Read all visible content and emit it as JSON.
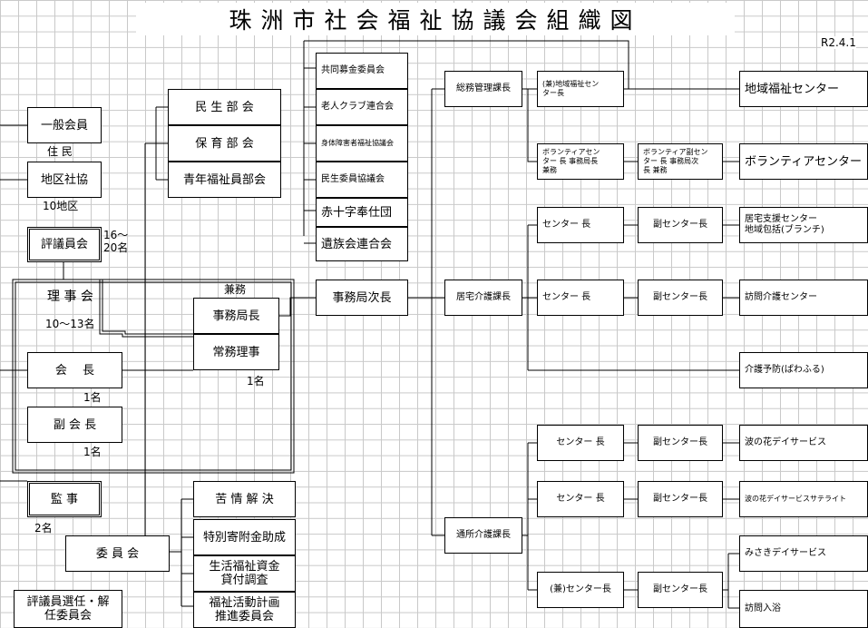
{
  "title": "珠洲市社会福祉協議会組織図",
  "date": "R2.4.1",
  "left": {
    "members": "一般会員",
    "members_note": "住 民",
    "district": "地区社協",
    "district_note": "10地区",
    "councilors": "評議員会",
    "councilors_note": "16～\n20名",
    "board": "理 事 会",
    "board_note": "10～13名",
    "chair": "会　 長",
    "chair_note": "1名",
    "vice_chair": "副 会 長",
    "vice_chair_note": "1名",
    "auditor": "監 事",
    "auditor_note": "2名",
    "election_committee": "評議員選任・解\n任委員会"
  },
  "subcommittees": [
    "民 生 部 会",
    "保 育 部 会",
    "青年福祉員部会"
  ],
  "office": {
    "concurrent": "兼務",
    "secretary_general": "事務局長",
    "executive_director": "常務理事",
    "executive_note": "1名",
    "deputy_secretary": "事務局次長"
  },
  "committee": {
    "label": "委 員 会",
    "items": [
      "苦 情 解 決",
      "特別寄附金助成",
      "生活福祉資金\n貸付調査",
      "福祉活動計画\n推進委員会"
    ]
  },
  "organizations": [
    "共同募金委員会",
    "老人クラブ連合会",
    "身体障害者福祉協議会",
    "民生委員協議会",
    "赤十字奉仕団",
    "遺族会連合会"
  ],
  "sections": {
    "general": "総務管理課長",
    "home_care": "居宅介護課長",
    "day_care": "通所介護課長"
  },
  "staff": {
    "community_concurrent": "(兼)地域福祉セン\nター長",
    "volunteer_head": "ボランティアセン\nター 長 事務局長\n兼務",
    "volunteer_vice": "ボランティア副セン\nター 長 事務局次\n長 兼務",
    "center_head": "センター 長",
    "vice_head": "副センター長",
    "concurrent_head": "(兼)センター長"
  },
  "facilities": {
    "community": "地域福祉センター",
    "volunteer": "ボランティアセンター",
    "home_support": "居宅支援センター\n地域包括(ブランチ)",
    "home_nursing": "訪問介護センター",
    "prevention": "介護予防(ぱわふる)",
    "nami_day": "波の花デイサービス",
    "nami_satellite": "波の花デイサービスサテライト",
    "misaki_day": "みさきデイサービス",
    "bathing": "訪問入浴"
  }
}
